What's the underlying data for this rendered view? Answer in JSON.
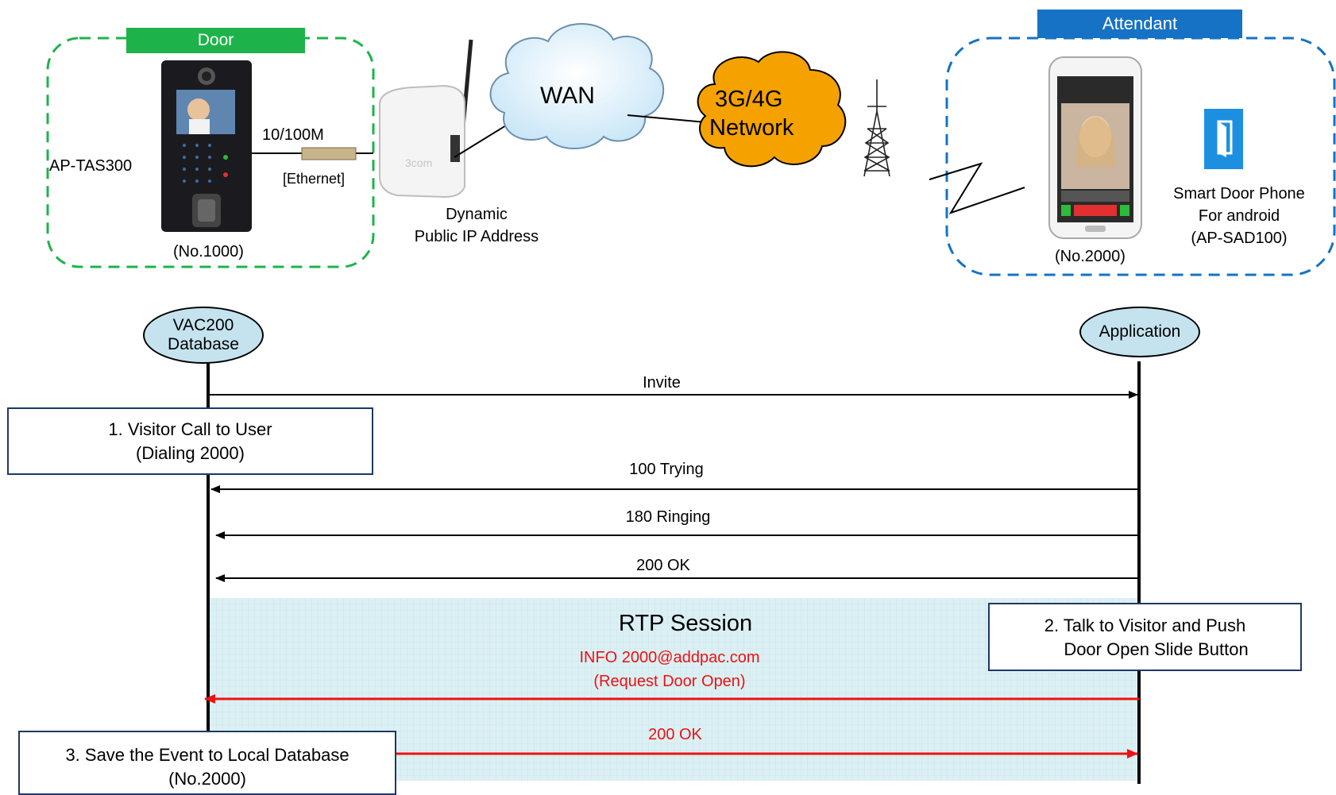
{
  "door_group": {
    "header": "Door",
    "device_label": "AP-TAS300",
    "device_number": "(No.1000)",
    "link_speed": "10/100M",
    "link_type": "[Ethernet]"
  },
  "network": {
    "router_label_line1": "Dynamic",
    "router_label_line2": "Public IP Address",
    "wan_label": "WAN",
    "mobile_label_line1": "3G/4G",
    "mobile_label_line2": "Network"
  },
  "attendant_group": {
    "header": "Attendant",
    "phone_number": "(No.2000)",
    "app_name_line1": "Smart Door Phone",
    "app_name_line2": "For android",
    "app_name_line3": "(AP-SAD100)"
  },
  "sequence": {
    "left_participant_line1": "VAC200",
    "left_participant_line2": "Database",
    "right_participant": "Application",
    "messages": [
      {
        "label": "Invite"
      },
      {
        "label": "100 Trying"
      },
      {
        "label": "180 Ringing"
      },
      {
        "label": "200 OK"
      }
    ],
    "rtp_title": "RTP Session",
    "info_line1": "INFO 2000@addpac.com",
    "info_line2": "(Request Door Open)",
    "final_ok": "200 OK",
    "notes": [
      {
        "line1": "1. Visitor Call to User",
        "line2": "(Dialing 2000)"
      },
      {
        "line1": "2. Talk to Visitor and Push",
        "line2": "Door Open Slide Button"
      },
      {
        "line1": "3. Save the Event to Local Database",
        "line2": "(No.2000)"
      }
    ]
  },
  "colors": {
    "door_green": "#1db34a",
    "attendant_blue": "#1672c4",
    "mobile_cloud": "#f5a200",
    "rtp_highlight": "#dcf0f4",
    "alert_red": "#ee1111"
  }
}
